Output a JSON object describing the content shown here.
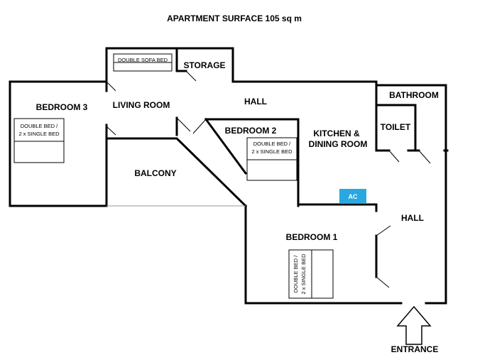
{
  "title": "APARTMENT SURFACE 105 sq m",
  "rooms": {
    "storage": "STORAGE",
    "living_room": "LIVING ROOM",
    "hall_top": "HALL",
    "bathroom": "BATHROOM",
    "bedroom3": "BEDROOM 3",
    "bedroom2": "BEDROOM 2",
    "kitchen_line1": "KITCHEN &",
    "kitchen_line2": "DINING ROOM",
    "toilet": "TOILET",
    "balcony": "BALCONY",
    "hall_right": "HALL",
    "bedroom1": "BEDROOM 1",
    "entrance": "ENTRANCE"
  },
  "furniture": {
    "sofa_bed": "DOUBLE SOFA BED",
    "bed3_line1": "DOUBLE BED /",
    "bed3_line2": "2 x SINGLE BED",
    "bed2_line1": "DOUBLE BED /",
    "bed2_line2": "2 x SINGLE BED",
    "bed1_line1": "DOUBLE BED /",
    "bed1_line2": "2 x SINGLE BED"
  },
  "ac": {
    "label": "AC",
    "color": "#29a8e0"
  }
}
